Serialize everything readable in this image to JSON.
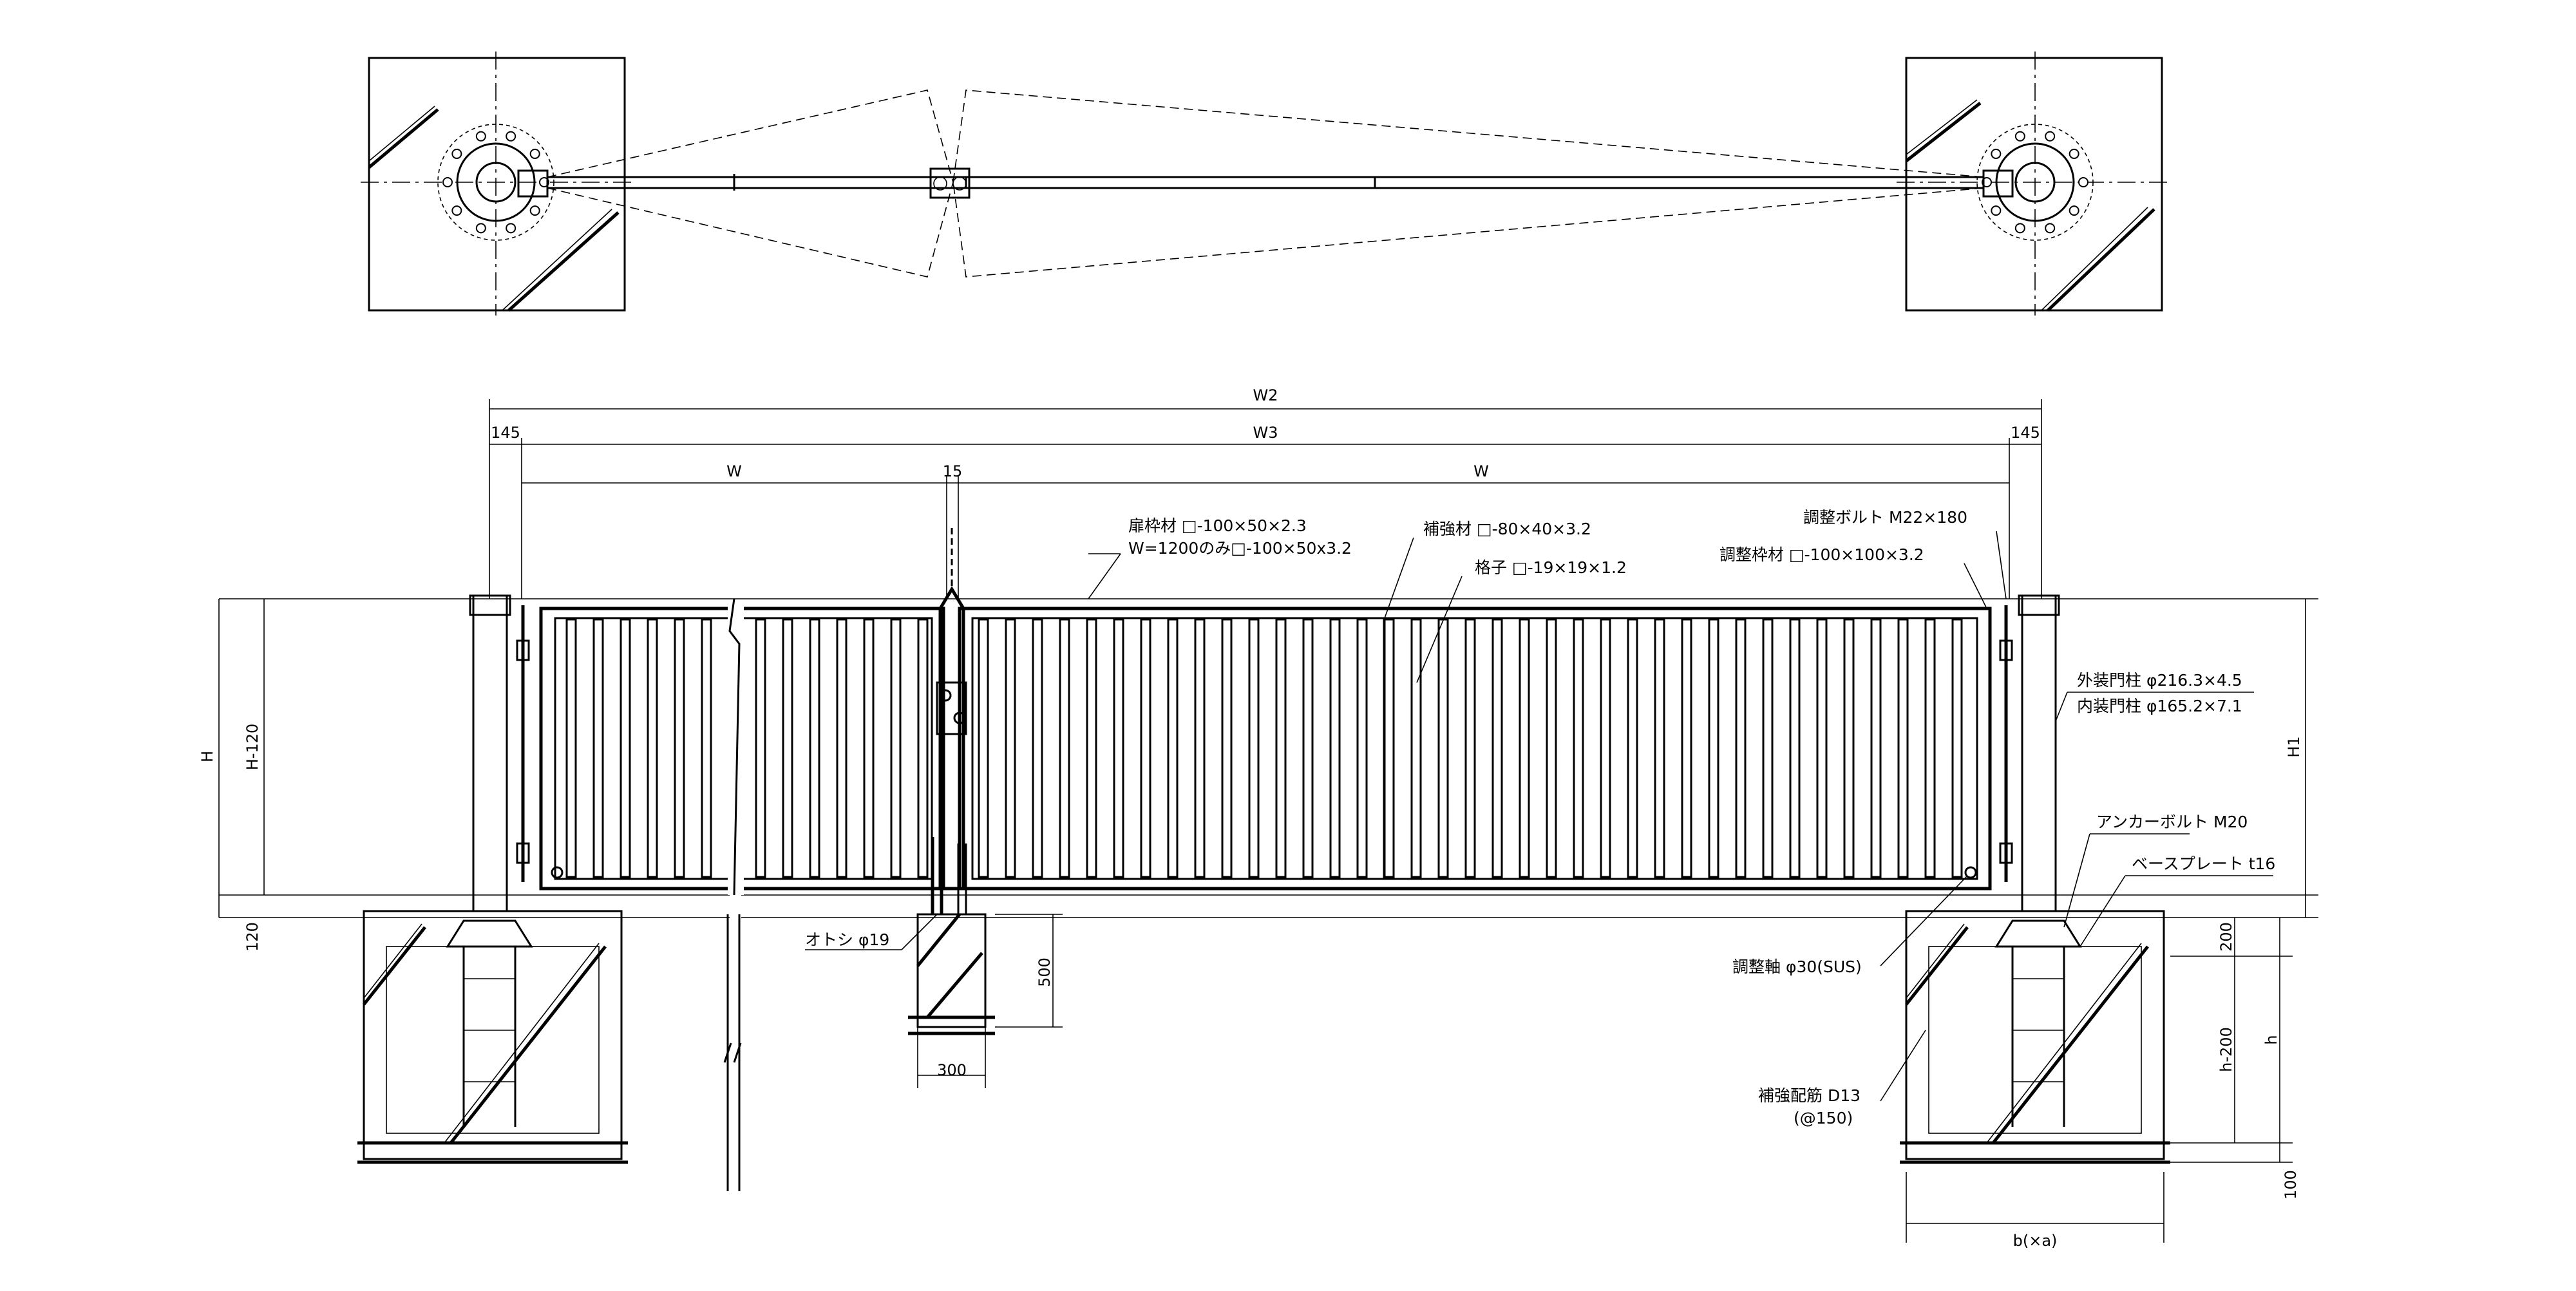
{
  "dimensions": {
    "w2": "W2",
    "w3": "W3",
    "w_left": "W",
    "w_right": "W",
    "gap_15": "15",
    "end_145_left": "145",
    "end_145_right": "145",
    "h": "H",
    "h_minus_120": "H-120",
    "h1": "H1",
    "dim_120": "120",
    "dim_500": "500",
    "dim_300": "300",
    "dim_200": "200",
    "dim_h_minus_200": "h-200",
    "dim_h": "h",
    "dim_100": "100",
    "dim_b_a": "b(×a)"
  },
  "notes": {
    "door_frame_line1": "扉枠材 □-100×50×2.3",
    "door_frame_line2": "W=1200のみ□-100×50x3.2",
    "reinforce_frame": "補強材 □-80×40×3.2",
    "lattice": "格子 □-19×19×1.2",
    "adjust_bolt": "調整ボルト M22×180",
    "adjust_frame": "調整枠材 □-100×100×3.2",
    "outer_post": "外装門柱 φ216.3×4.5",
    "inner_post": "内装門柱 φ165.2×7.1",
    "anchor_bolt": "アンカーボルト M20",
    "base_plate": "ベースプレート t16",
    "drop_rod": "オトシ φ19",
    "adjust_shaft": "調整軸 φ30(SUS)",
    "rebar_line1": "補強配筋 D13",
    "rebar_line2": "(@150)"
  }
}
